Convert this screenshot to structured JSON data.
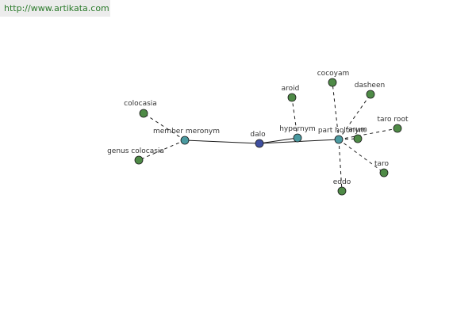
{
  "header": {
    "url": "http://www.artikata.com"
  },
  "colors": {
    "center": "#3f4fa0",
    "relation": "#4a9aa0",
    "leaf": "#4e8a46",
    "banner_text": "#2a7a2a"
  },
  "diagram": {
    "center": {
      "id": "dalo",
      "label": "dalo"
    },
    "relations": [
      {
        "id": "member-meronym",
        "label": "member meronym"
      },
      {
        "id": "hypernym",
        "label": "hypernym"
      },
      {
        "id": "part-holonym",
        "label": "part holonym"
      }
    ],
    "leaves": [
      {
        "id": "colocasia",
        "label": "colocasia",
        "relation": "member-meronym"
      },
      {
        "id": "genus-colocasia",
        "label": "genus colocasia",
        "relation": "member-meronym"
      },
      {
        "id": "aroid",
        "label": "aroid",
        "relation": "hypernym"
      },
      {
        "id": "cocoyam",
        "label": "cocoyam",
        "relation": "part-holonym"
      },
      {
        "id": "dasheen",
        "label": "dasheen",
        "relation": "part-holonym"
      },
      {
        "id": "taro-root",
        "label": "taro root",
        "relation": "part-holonym"
      },
      {
        "id": "arum",
        "label": "arum",
        "relation": "part-holonym"
      },
      {
        "id": "taro",
        "label": "taro",
        "relation": "part-holonym"
      },
      {
        "id": "eddo",
        "label": "eddo",
        "relation": "part-holonym"
      }
    ]
  }
}
